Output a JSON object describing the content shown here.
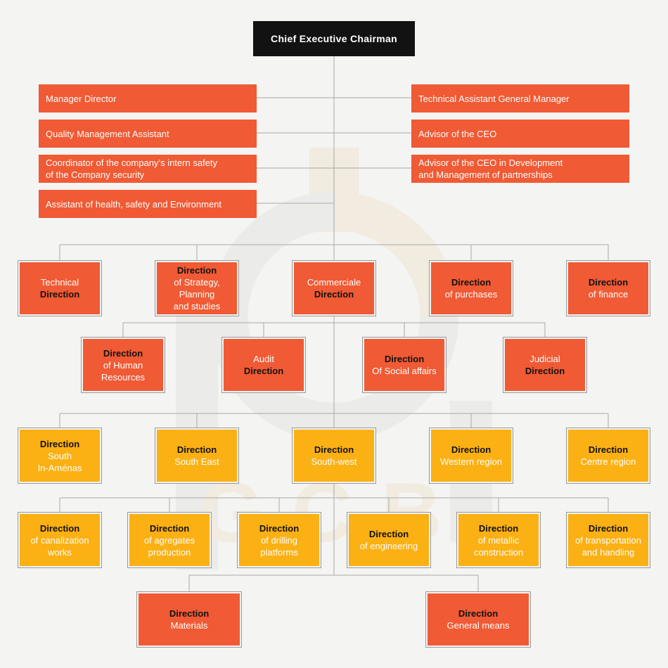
{
  "ceo": "Chief Executive Chairman",
  "staff_left": [
    [
      "Manager Director"
    ],
    [
      "Quality Management Assistant"
    ],
    [
      "Coordinator of the company’s intern safety",
      "of the Company security"
    ],
    [
      "Assistant of health, safety and Environment"
    ]
  ],
  "staff_right": [
    [
      "Technical Assistant General Manager"
    ],
    [
      "Advisor of the CEO"
    ],
    [
      "Advisor of the CEO in Development",
      "and Management of partnerships"
    ]
  ],
  "row1": [
    [
      [
        "Technical",
        false
      ],
      [
        "Direction",
        true
      ]
    ],
    [
      [
        "Direction",
        true
      ],
      [
        "of Strategy,",
        false
      ],
      [
        "Planning",
        false
      ],
      [
        "and studies",
        false
      ]
    ],
    [
      [
        "Commerciale",
        false
      ],
      [
        "Direction",
        true
      ]
    ],
    [
      [
        "Direction",
        true
      ],
      [
        "of purchases",
        false
      ]
    ],
    [
      [
        "Direction",
        true
      ],
      [
        "of finance",
        false
      ]
    ]
  ],
  "row2": [
    [
      [
        "Direction",
        true
      ],
      [
        "of Human",
        false
      ],
      [
        "Resources",
        false
      ]
    ],
    [
      [
        "Audit",
        false
      ],
      [
        "Direction",
        true
      ]
    ],
    [
      [
        "Direction",
        true
      ],
      [
        "Of Social affairs",
        false
      ]
    ],
    [
      [
        "Judicial",
        false
      ],
      [
        "Direction",
        true
      ]
    ]
  ],
  "row3": [
    [
      [
        "Direction",
        true
      ],
      [
        "South",
        false
      ],
      [
        "In-Aménas",
        false
      ]
    ],
    [
      [
        "Direction",
        true
      ],
      [
        "South East",
        false
      ]
    ],
    [
      [
        "Direction",
        true
      ],
      [
        "South-west",
        false
      ]
    ],
    [
      [
        "Direction",
        true
      ],
      [
        "Western region",
        false
      ]
    ],
    [
      [
        "Direction",
        true
      ],
      [
        "Centre region",
        false
      ]
    ]
  ],
  "row4": [
    [
      [
        "Direction",
        true
      ],
      [
        "of canalization",
        false
      ],
      [
        "works",
        false
      ]
    ],
    [
      [
        "Direction",
        true
      ],
      [
        "of agregates",
        false
      ],
      [
        "production",
        false
      ]
    ],
    [
      [
        "Direction",
        true
      ],
      [
        "of drilling",
        false
      ],
      [
        "platforms",
        false
      ]
    ],
    [
      [
        "Direction",
        true
      ],
      [
        "of engineering",
        false
      ]
    ],
    [
      [
        "Direction",
        true
      ],
      [
        "of metallic",
        false
      ],
      [
        "construction",
        false
      ]
    ],
    [
      [
        "Direction",
        true
      ],
      [
        "of transportation",
        false
      ],
      [
        "and handling",
        false
      ]
    ]
  ],
  "row5": [
    [
      [
        "Direction",
        true
      ],
      [
        "Materials",
        false
      ]
    ],
    [
      [
        "Direction",
        true
      ],
      [
        "General means",
        false
      ]
    ]
  ],
  "colors": {
    "orange": "#f05a34",
    "yellow": "#fbb014",
    "ceo": "#121212",
    "line": "#a9a9a9"
  },
  "watermark": {
    "logo": "GCB-logo-watermark",
    "text": "GCB"
  }
}
